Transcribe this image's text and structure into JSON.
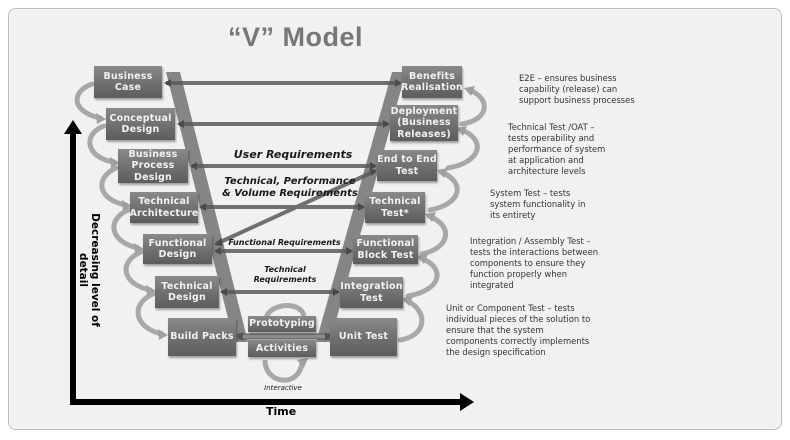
{
  "title": "“V” Model",
  "left_boxes": [
    {
      "label": "Business\nCase"
    },
    {
      "label": "Conceptual\nDesign"
    },
    {
      "label": "Business\nProcess\nDesign"
    },
    {
      "label": "Technical\nArchitecture"
    },
    {
      "label": "Functional\nDesign"
    },
    {
      "label": "Technical\nDesign"
    },
    {
      "label": "Build Packs"
    }
  ],
  "right_boxes": [
    {
      "label": "Benefits\nRealisation"
    },
    {
      "label": "Deployment\n(Business\nReleases)"
    },
    {
      "label": "End to End\nTest"
    },
    {
      "label": "Technical\nTest*"
    },
    {
      "label": "Functional\nBlock Test"
    },
    {
      "label": "Integration\nTest"
    },
    {
      "label": "Unit Test"
    }
  ],
  "center": {
    "prototyping": "Prototyping",
    "activities": "Activities",
    "interactive": "Interactive"
  },
  "requirement_labels": {
    "user": "User Requirements",
    "technical_performance": "Technical, Performance\n& Volume Requirements",
    "functional": "Functional Requirements",
    "technical": "Technical\nRequirements"
  },
  "descriptions": [
    "E2E – ensures business\ncapability (release) can\nsupport business processes",
    "Technical Test /OAT –\ntests operability and\nperformance of system\nat application and\narchitecture levels",
    "System Test – tests\nsystem functionality in\nits entirety",
    "Integration / Assembly Test –\ntests the interactions between\ncomponents to ensure they\nfunction properly when\nintegrated",
    "Unit or Component Test – tests\nindividual pieces of the solution to\nensure that the system\ncomponents correctly implements\nthe design specification"
  ],
  "axes": {
    "y_label": "Decreasing level of detail",
    "x_label": "Time"
  }
}
